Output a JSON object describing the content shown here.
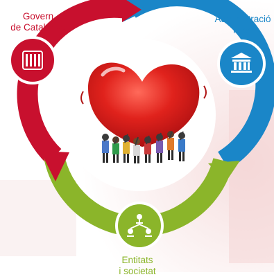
{
  "nodes": {
    "govern": {
      "line1": "Govern",
      "line2": "de Catalunya",
      "icon": "catalan-flag-icon"
    },
    "admin": {
      "line1": "Administració",
      "line2": "local",
      "icon": "building-icon"
    },
    "entitats": {
      "line1": "Entitats",
      "line2": "i societat",
      "icon": "network-people-icon"
    }
  },
  "center_image": "heart-carried-by-people-illustration",
  "colors": {
    "red": "#c8102e",
    "blue": "#1a86c8",
    "green": "#8bb52a",
    "heart": "#d81e1e"
  }
}
